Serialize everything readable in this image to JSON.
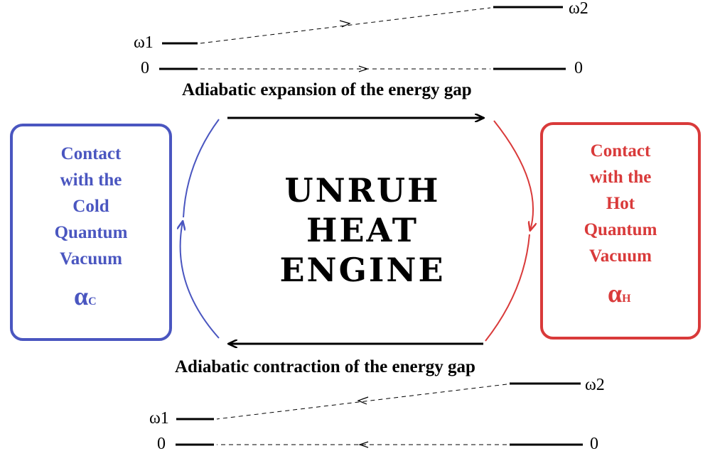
{
  "colors": {
    "cold": "#4a56c0",
    "hot": "#d93a3a",
    "line": "#000000"
  },
  "title": {
    "line1": "UNRUH",
    "line2": "HEAT",
    "line3": "ENGINE"
  },
  "top_caption": "Adiabatic expansion of the energy gap",
  "bottom_caption": "Adiabatic contraction of the energy gap",
  "levels": {
    "top_left_w1": "ω1",
    "top_left_0": "0",
    "top_right_w2": "ω2",
    "top_right_0": "0",
    "bottom_left_w1": "ω1",
    "bottom_left_0": "0",
    "bottom_right_w2": "ω2",
    "bottom_right_0": "0"
  },
  "cold_box": {
    "lines": [
      "Contact",
      "with the",
      "Cold",
      "Quantum",
      "Vacuum"
    ],
    "symbol": "α",
    "subscript": "C"
  },
  "hot_box": {
    "lines": [
      "Contact",
      "with the",
      "Hot",
      "Quantum",
      "Vacuum"
    ],
    "symbol": "α",
    "subscript": "H"
  }
}
